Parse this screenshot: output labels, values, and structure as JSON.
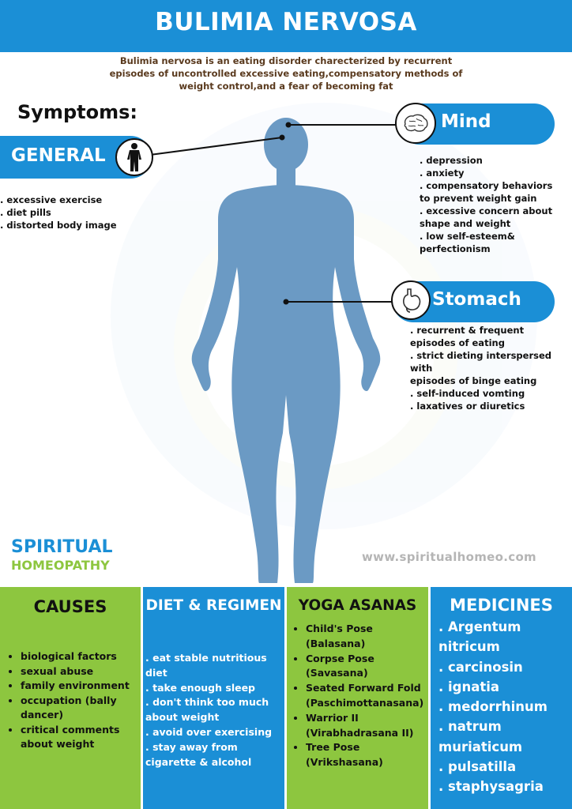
{
  "header": {
    "title": "BULIMIA NERVOSA"
  },
  "intro": {
    "lines": [
      "Bulimia nervosa is an eating disorder charecterized by recurrent",
      "episodes of uncontrolled excessive eating,compensatory methods of",
      "weight control,and a fear of becoming fat"
    ]
  },
  "symptoms_heading": "Symptoms:",
  "general": {
    "label": "GENERAL",
    "items": [
      ". excessive exercise",
      ". diet pills",
      ". distorted body image"
    ]
  },
  "mind": {
    "label": "Mind",
    "items": [
      ". depression",
      ". anxiety",
      ". compensatory behaviors",
      "to prevent weight gain",
      ". excessive concern about",
      "shape and weight",
      ". low self-esteem&",
      "perfectionism"
    ]
  },
  "stomach": {
    "label": "Stomach",
    "items": [
      ". recurrent & frequent",
      "episodes of eating",
      ". strict dieting interspersed with",
      "episodes of binge eating",
      ". self-induced vomting",
      ". laxatives or diuretics"
    ]
  },
  "brand": {
    "line1": "SPIRITUAL",
    "line2": "HOMEOPATHY",
    "website": "www.spiritualhomeo.com"
  },
  "causes": {
    "title": "CAUSES",
    "items": [
      "biological factors",
      "sexual abuse",
      "family environment",
      "occupation (bally dancer)",
      "critical comments about weight"
    ]
  },
  "diet": {
    "title": "DIET & REGIMEN",
    "items": [
      ". eat stable nutritious",
      "diet",
      ". take enough sleep",
      ". don't think too much",
      "about weight",
      ". avoid over exercising",
      ". stay away from",
      "cigarette & alcohol"
    ]
  },
  "yoga": {
    "title": "YOGA ASANAS",
    "items": [
      "Child's Pose (Balasana)",
      "Corpse Pose (Savasana)",
      "Seated Forward Fold (Paschimottanasana)",
      "Warrior II (Virabhadrasana II)",
      "Tree Pose (Vrikshasana)"
    ]
  },
  "medicines": {
    "title": "MEDICINES",
    "items": [
      ". Argentum",
      "nitricum",
      ". carcinosin",
      ". ignatia",
      ". medorrhinum",
      ". natrum",
      "muriaticum",
      ". pulsatilla",
      ". staphysagria"
    ]
  },
  "colors": {
    "blue": "#1b8fd6",
    "green": "#8dc63f",
    "body": "#6b9ac4",
    "brown": "#5a3a1e"
  },
  "icons": {
    "general": "human-figure-icon",
    "mind": "brain-icon",
    "stomach": "stomach-icon"
  }
}
